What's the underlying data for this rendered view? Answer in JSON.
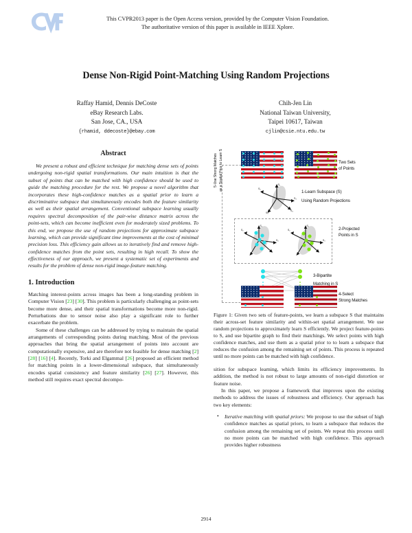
{
  "banner": {
    "line1": "This CVPR2013 paper is the Open Access version, provided by the Computer Vision Foundation.",
    "line2": "The authoritative version of this paper is available in IEEE Xplore.",
    "logo_text": "CVF",
    "logo_color": "#b9cfee"
  },
  "paper": {
    "title": "Dense Non-Rigid Point-Matching Using Random Projections",
    "page_number": "2914"
  },
  "authors": [
    {
      "names": "Raffay Hamid, Dennis DeCoste",
      "affiliation": "eBay Research Labs.",
      "location": "San Jose, CA., USA",
      "email": "{rhamid, ddecoste}@ebay.com"
    },
    {
      "names": "Chih-Jen Lin",
      "affiliation": "National Taiwan University,",
      "location": "Taipei 10617, Taiwan",
      "email": "cjlin@csie.ntu.edu.tw"
    }
  ],
  "abstract": {
    "heading": "Abstract",
    "text": "We present a robust and efficient technique for matching dense sets of points undergoing non-rigid spatial transformations. Our main intuition is that the subset of points that can be matched with high confidence should be used to guide the matching procedure for the rest. We propose a novel algorithm that incorporates these high-confidence matches as a spatial prior to learn a discriminative subspace that simultaneously encodes both the feature similarity as well as their spatial arrangement. Conventional subspace learning usually requires spectral decomposition of the pair-wise distance matrix across the point-sets, which can become inefficient even for moderately sized problems. To this end, we propose the use of random projections for approximate subspace learning, which can provide significant time improvements at the cost of minimal precision loss. This efficiency gain allows us to iteratively find and remove high-confidence matches from the point sets, resulting in high recall. To show the effectiveness of our approach, we present a systematic set of experiments and results for the problem of dense non-rigid image-feature matching."
  },
  "introduction": {
    "heading": "1. Introduction",
    "para1_a": "Matching interest-points across images has been a long-standing problem in Computer Vision [",
    "para1_cite1": "23",
    "para1_b": "] [",
    "para1_cite2": "30",
    "para1_c": "]. This problem is particularly challenging as point-sets become more dense, and their spatial transformations become more non-rigid. Perturbations due to sensor noise also play a significant role to further exacerbate the problem.",
    "para2_a": "Some of these challenges can be addressed by trying to maintain the spatial arrangements of corresponding points during matching. Most of the previous approaches that bring the spatial arrangement of points into account are computationally expensive, and are therefore not feasible for dense matching [",
    "para2_cite1": "2",
    "para2_b": "] [",
    "para2_cite2": "28",
    "para2_c": "] [",
    "para2_cite3": "16",
    "para2_d": "] [",
    "para2_cite4": "4",
    "para2_e": "]. Recently, Torki and Elgammal [",
    "para2_cite5": "26",
    "para2_f": "] proposed an efficient method for matching points in a lower-dimensional subspace, that simultaneously encodes spatial consistency and feature similarity [",
    "para2_cite6": "26",
    "para2_g": "] [",
    "para2_cite7": "27",
    "para2_h": "]. However, this method still requires exact spectral decompo-"
  },
  "figure": {
    "caption": "Figure 1: Given two sets of feature-points, we learn a subspace S that maintains their across-set feature similarity and within-set spatial arrangement. We use random projections to approximately learn S efficiently. We project feature-points to S, and use bipartite graph to find their matchings. We select points with high confidence matches, and use them as a spatial prior to to learn a subspace that reduces the confusion among the remaining set of points. This process is repeated until no more points can be matched with high confidence.",
    "labels": {
      "two_sets_l1": "Two Sets",
      "two_sets_l2": "of Points",
      "step1_l1": "1-Learn Subspace (S)",
      "step1_l2": "Using Random Projections",
      "step2_l1": "2-Projected",
      "step2_l2": "Points in S",
      "step3_l1": "3-Bipartite",
      "step3_l2": "Matching in S",
      "step4_l1": "4-Select",
      "step4_l2": "Strong Matches",
      "step5_l1": "5-Use Strong Matches",
      "step5_l2": "as a Spatial Prior to Learn S"
    },
    "colors": {
      "set_a_points": "#26e0e8",
      "set_b_points": "#7ee315",
      "blob": "#d9d9d9",
      "dash": "#9a9a9a"
    }
  },
  "right_column": {
    "para_cont": "sition for subspace learning, which limits its efficiency improvements. In addition, the method is not robust to large amounts of non-rigid distortion or feature noise.",
    "para_next": "In this paper, we propose a framework that improves upon the existing methods to address the issues of robustness and efficiency. Our approach has two key elements:",
    "bullet1_title": "Iterative matching with spatial priors:",
    "bullet1_text": " We propose to use the subset of high confidence matches as spatial priors, to learn a subspace that reduces the confusion among the remaining set of points. We repeat this process until no more points can be matched with high confidence. This approach provides higher robustness"
  }
}
